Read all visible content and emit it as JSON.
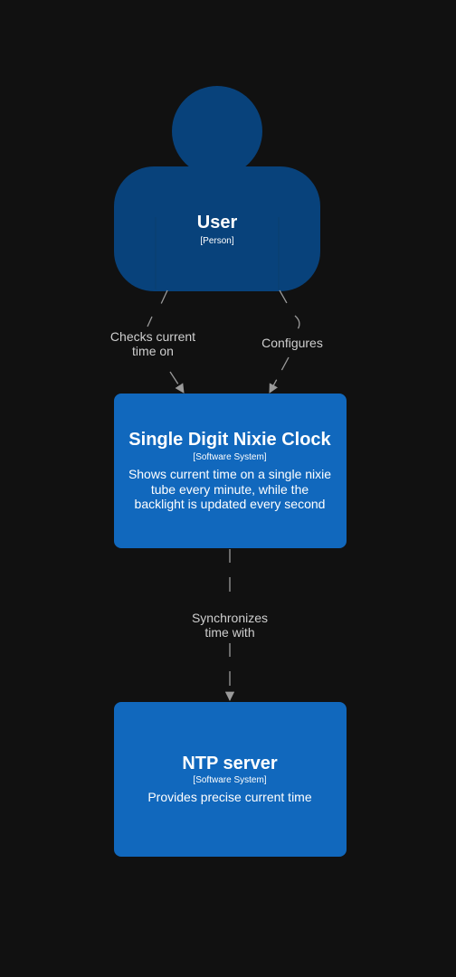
{
  "nodes": {
    "user": {
      "title": "User",
      "type": "[Person]",
      "color": "#08427b"
    },
    "clock": {
      "title": "Single Digit Nixie Clock",
      "type": "[Software System]",
      "description_lines": [
        "Shows current time on a single nixie",
        "tube every minute, while the",
        "backlight is updated every second"
      ],
      "color": "#1168bd"
    },
    "ntp": {
      "title": "NTP server",
      "type": "[Software System]",
      "description_lines": [
        "Provides precise current time"
      ],
      "color": "#1168bd"
    }
  },
  "edges": {
    "checks": {
      "label_lines": [
        "Checks current",
        "time on"
      ]
    },
    "configures": {
      "label_lines": [
        "Configures"
      ]
    },
    "synchronizes": {
      "label_lines": [
        "Synchronizes",
        "time with"
      ]
    }
  },
  "colors": {
    "background": "#111111",
    "edge": "#9a9a9a",
    "edge_text": "#cfcfcf",
    "text": "#ffffff"
  }
}
